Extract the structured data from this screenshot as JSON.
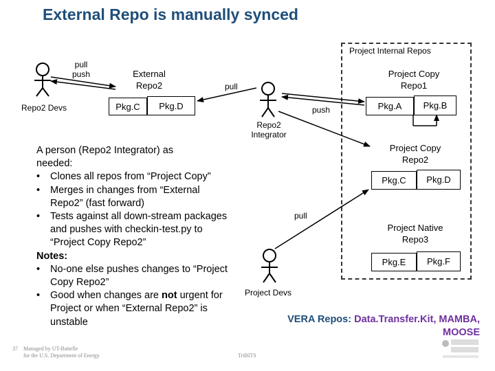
{
  "title": "External Repo is manually synced",
  "region_label": "Project Internal Repos",
  "labels": {
    "pull_push": [
      "pull",
      "push"
    ],
    "pull_top": "pull",
    "push_mid": "push",
    "pull_lower": "pull"
  },
  "actors": {
    "repo2_devs": "Repo2 Devs",
    "repo2_integrator": [
      "Repo2",
      "Integrator"
    ],
    "project_devs": "Project Devs"
  },
  "repos": {
    "external_repo2": {
      "title": [
        "External",
        "Repo2"
      ],
      "pkgs": [
        "Pkg.C",
        "Pkg.D"
      ]
    },
    "project_copy_repo1": {
      "title": [
        "Project Copy",
        "Repo1"
      ],
      "pkgs": [
        "Pkg.A",
        "Pkg.B"
      ]
    },
    "project_copy_repo2": {
      "title": [
        "Project Copy",
        "Repo2"
      ],
      "pkgs": [
        "Pkg.C",
        "Pkg.D"
      ]
    },
    "project_native_repo3": {
      "title": [
        "Project Native",
        "Repo3"
      ],
      "pkgs": [
        "Pkg.E",
        "Pkg.F"
      ]
    }
  },
  "description": {
    "intro": [
      "A person (Repo2 Integrator) as",
      "needed:"
    ],
    "bullets": [
      "Clones all repos from “Project Copy”",
      "Merges in changes from “External Repo2” (fast forward)",
      "Tests against all down-stream packages and pushes with checkin-test.py to “Project Copy Repo2”"
    ],
    "notes_label": "Notes:",
    "notes": [
      {
        "pre": "No-one else pushes changes to “Project Copy Repo2”",
        "strong": "",
        "post": ""
      },
      {
        "pre": "Good when changes are ",
        "strong": "not",
        "post": " urgent for Project or when “External Repo2” is unstable"
      }
    ]
  },
  "vera": {
    "label": "VERA Repos:",
    "items": "Data.Transfer.Kit, MAMBA,",
    "items2": "MOOSE"
  },
  "footer": {
    "page_number": "37",
    "managed_line1": "Managed by UT-Battelle",
    "managed_line2": "for the U.S. Department of Energy",
    "center": "TriBITS"
  },
  "colors": {
    "title": "#1f4e79",
    "vera_items": "#7030a0"
  }
}
